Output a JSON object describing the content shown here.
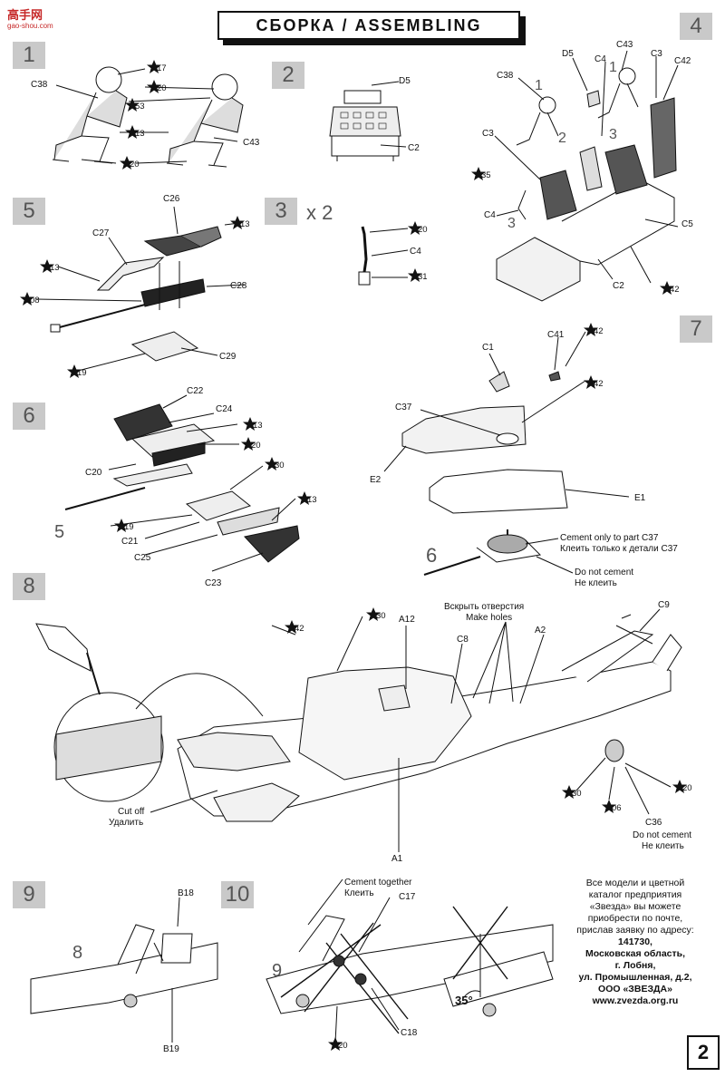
{
  "header": {
    "logo": "高手网",
    "logo_sub": "gao-shou.com",
    "title": "СБОРКА / ASSEMBLING"
  },
  "steps": [
    "1",
    "2",
    "3",
    "4",
    "5",
    "6",
    "7",
    "8",
    "9",
    "10"
  ],
  "step3_multiplier": "x 2",
  "colors": {
    "accent": "#c62828",
    "step_box": "#c9c9c9",
    "ink": "#111111"
  },
  "step1": {
    "parts": [
      "C38",
      "C43"
    ],
    "paints": [
      "17",
      "20",
      "53",
      "13",
      "20"
    ]
  },
  "step2": {
    "parts": [
      "D5",
      "C2"
    ]
  },
  "step3": {
    "parts": [
      "C4"
    ],
    "paints": [
      "20",
      "31"
    ]
  },
  "step4": {
    "parts": [
      "D5",
      "C43",
      "C4",
      "C3",
      "C42",
      "C38",
      "C3",
      "C4",
      "C5",
      "C2"
    ],
    "sub_steps": [
      "1",
      "1",
      "2",
      "3",
      "3"
    ],
    "paints": [
      "35",
      "42"
    ]
  },
  "step5": {
    "parts": [
      "C26",
      "C27",
      "C28",
      "C29"
    ],
    "paints": [
      "13",
      "13",
      "08",
      "19"
    ]
  },
  "step6": {
    "parts": [
      "C22",
      "C24",
      "C20",
      "C21",
      "C25",
      "C23"
    ],
    "paints": [
      "13",
      "20",
      "30",
      "19",
      "13"
    ],
    "ref": "5"
  },
  "step7": {
    "parts": [
      "C1",
      "C41",
      "C37",
      "E2",
      "E1"
    ],
    "paints": [
      "42",
      "42"
    ],
    "ref": "6",
    "note_cement_en": "Cement only to part C37",
    "note_cement_ru": "Клеить только к детали C37",
    "note_dont_en": "Do not cement",
    "note_dont_ru": "Не клеить"
  },
  "step8": {
    "parts": [
      "A12",
      "C8",
      "A2",
      "C9",
      "C36",
      "A1"
    ],
    "paints": [
      "42",
      "30",
      "30",
      "06",
      "20"
    ],
    "holes_ru": "Вскрыть отверстия",
    "holes_en": "Make holes",
    "cut_en": "Cut off",
    "cut_ru": "Удалить",
    "dont_en": "Do not cement",
    "dont_ru": "Не клеить"
  },
  "step9": {
    "parts": [
      "B18",
      "B19"
    ],
    "ref": "8"
  },
  "step10": {
    "parts": [
      "C17",
      "C18"
    ],
    "paints": [
      "20"
    ],
    "ref": "9",
    "cement_en": "Cement together",
    "cement_ru": "Клеить",
    "angle": "35°"
  },
  "footer": {
    "l1": "Все модели и цветной",
    "l2": "каталог предприятия",
    "l3": "«Звезда» вы можете",
    "l4": "приобрести по почте,",
    "l5": "прислав заявку по адресу:",
    "l6": "141730,",
    "l7": "Московская область,",
    "l8": "г. Лобня,",
    "l9": "ул. Промышленная, д.2,",
    "l10": "ООО «ЗВЕЗДА»",
    "l11": "www.zvezda.org.ru"
  },
  "page_number": "2"
}
